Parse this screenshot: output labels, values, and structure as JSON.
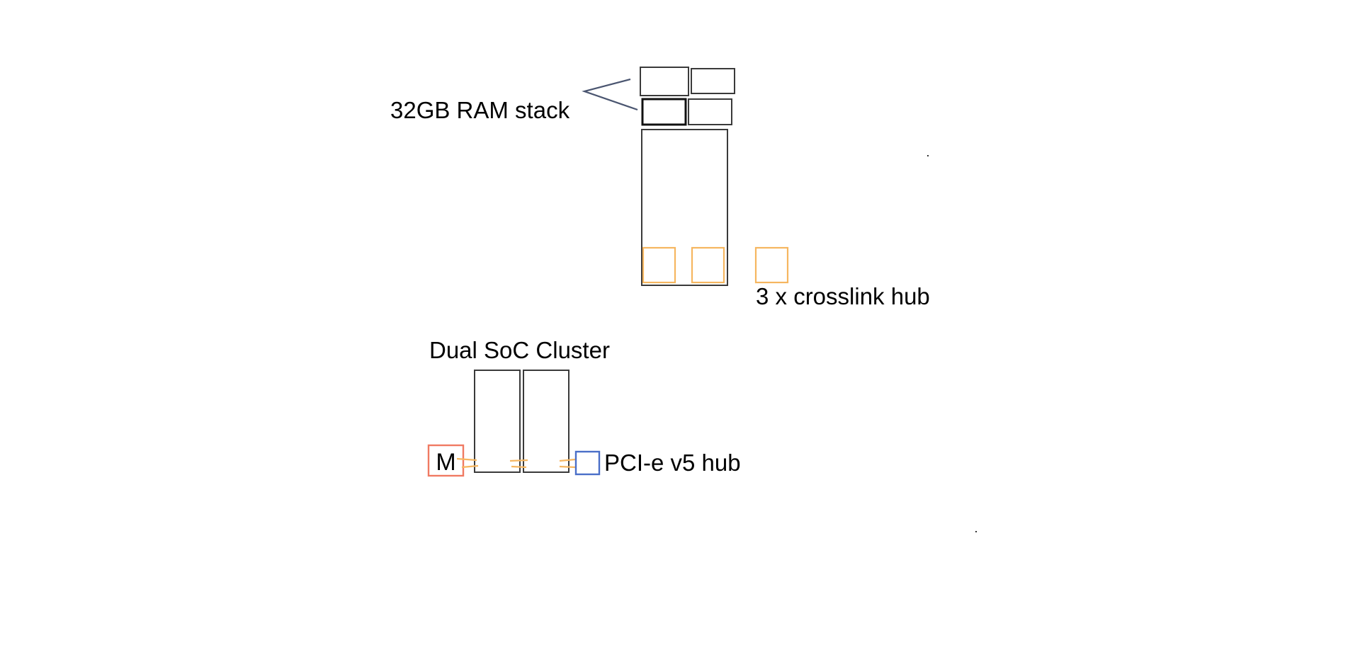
{
  "labels": {
    "ram_stack": "32GB RAM stack",
    "crosslink_hub": "3 x crosslink hub",
    "soc_cluster": "Dual SoC Cluster",
    "m_module": "M",
    "pcie_hub": "PCI-e v5 hub"
  },
  "colors": {
    "outline": "#3a3a3a",
    "crosslink": "#f6b660",
    "m_module": "#f07a62",
    "pcie_hub": "#4a6fc8",
    "pointer": "#4a5570"
  }
}
